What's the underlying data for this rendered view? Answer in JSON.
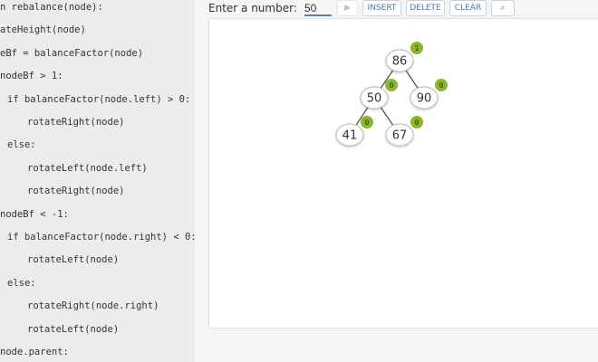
{
  "code_lines": [
    {
      "text": "n rebalance(node):",
      "indent": 0
    },
    {
      "text": "ateHeight(node)",
      "indent": 0
    },
    {
      "text": "eBf = balanceFactor(node)",
      "indent": 0
    },
    {
      "text": "nodeBf > 1:",
      "indent": 0
    },
    {
      "text": "if balanceFactor(node.left) > 0:",
      "indent": 1
    },
    {
      "text": "rotateRight(node)",
      "indent": 2
    },
    {
      "text": "else:",
      "indent": 1
    },
    {
      "text": "rotateLeft(node.left)",
      "indent": 2
    },
    {
      "text": "rotateRight(node)",
      "indent": 2
    },
    {
      "text": "nodeBf < -1:",
      "indent": 0
    },
    {
      "text": "if balanceFactor(node.right) < 0:",
      "indent": 1
    },
    {
      "text": "rotateLeft(node)",
      "indent": 2
    },
    {
      "text": "else:",
      "indent": 1
    },
    {
      "text": "rotateRight(node.right)",
      "indent": 2
    },
    {
      "text": "rotateLeft(node)",
      "indent": 2
    },
    {
      "text": "node.parent:",
      "indent": 0
    }
  ],
  "toolbar": {
    "label": "Enter a number:",
    "value": "50",
    "insert": "INSERT",
    "delete": "DELETE",
    "clear": "CLEAR",
    "play_icon": "play-icon",
    "search_icon": "search-icon"
  },
  "tree": {
    "badge_color": "#8ab82a",
    "nodes": [
      {
        "id": "86",
        "value": "86",
        "balance": "1"
      },
      {
        "id": "50",
        "value": "50",
        "balance": "0",
        "parent": "86"
      },
      {
        "id": "90",
        "value": "90",
        "balance": "0",
        "parent": "86"
      },
      {
        "id": "41",
        "value": "41",
        "balance": "0",
        "parent": "50"
      },
      {
        "id": "67",
        "value": "67",
        "balance": "0",
        "parent": "50"
      }
    ]
  }
}
